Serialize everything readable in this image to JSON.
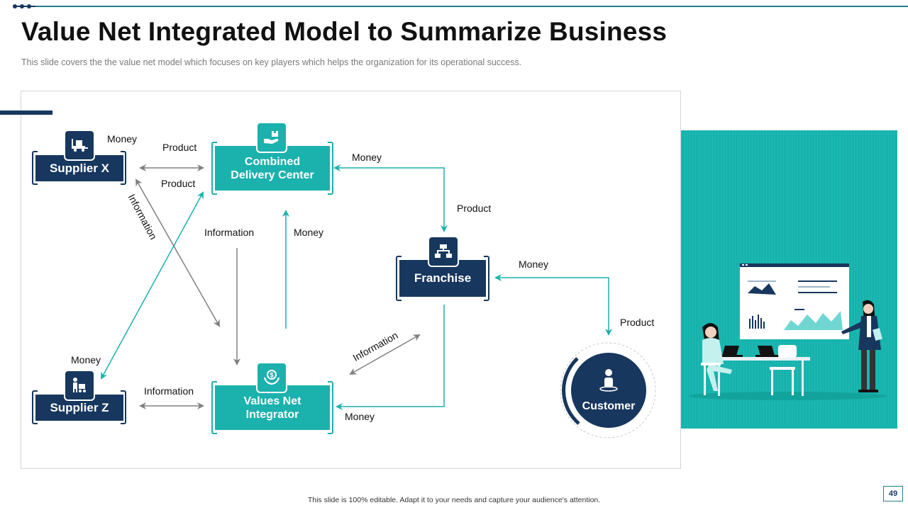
{
  "slide": {
    "title": "Value Net Integrated Model to Summarize Business",
    "subtitle": "This slide covers the the value net model which focuses on key players which helps the organization for its operational success.",
    "footer_note": "This slide is 100% editable. Adapt it to your needs and capture your audience's attention.",
    "page_number": "49"
  },
  "nodes": {
    "supplier_x": "Supplier X",
    "supplier_z": "Supplier Z",
    "combined_delivery_center": [
      "Combined",
      "Delivery Center"
    ],
    "values_net_integrator": [
      "Values Net",
      "Integrator"
    ],
    "franchise": "Franchise",
    "customer": "Customer"
  },
  "flow_labels": {
    "supplier_x_money": "Money",
    "supplier_x_product_top": "Product",
    "supplier_x_product_bottom": "Product",
    "supplier_x_information": "Information",
    "cdc_money_right": "Money",
    "franchise_product": "Product",
    "center_information": "Information",
    "center_money": "Money",
    "franchise_money": "Money",
    "customer_product": "Product",
    "diag_information": "Information",
    "supplier_z_money": "Money",
    "supplier_z_information": "Information",
    "integrator_money": "Money"
  },
  "colors": {
    "navy": "#17375e",
    "teal": "#1bb1ad",
    "arrow_gray": "#808080"
  },
  "icons": {
    "supplier_x": "forklift-icon",
    "supplier_z": "worker-cart-icon",
    "combined_delivery_center": "hand-box-icon",
    "values_net_integrator": "hand-dollar-icon",
    "franchise": "store-network-icon",
    "customer": "person-icon"
  }
}
